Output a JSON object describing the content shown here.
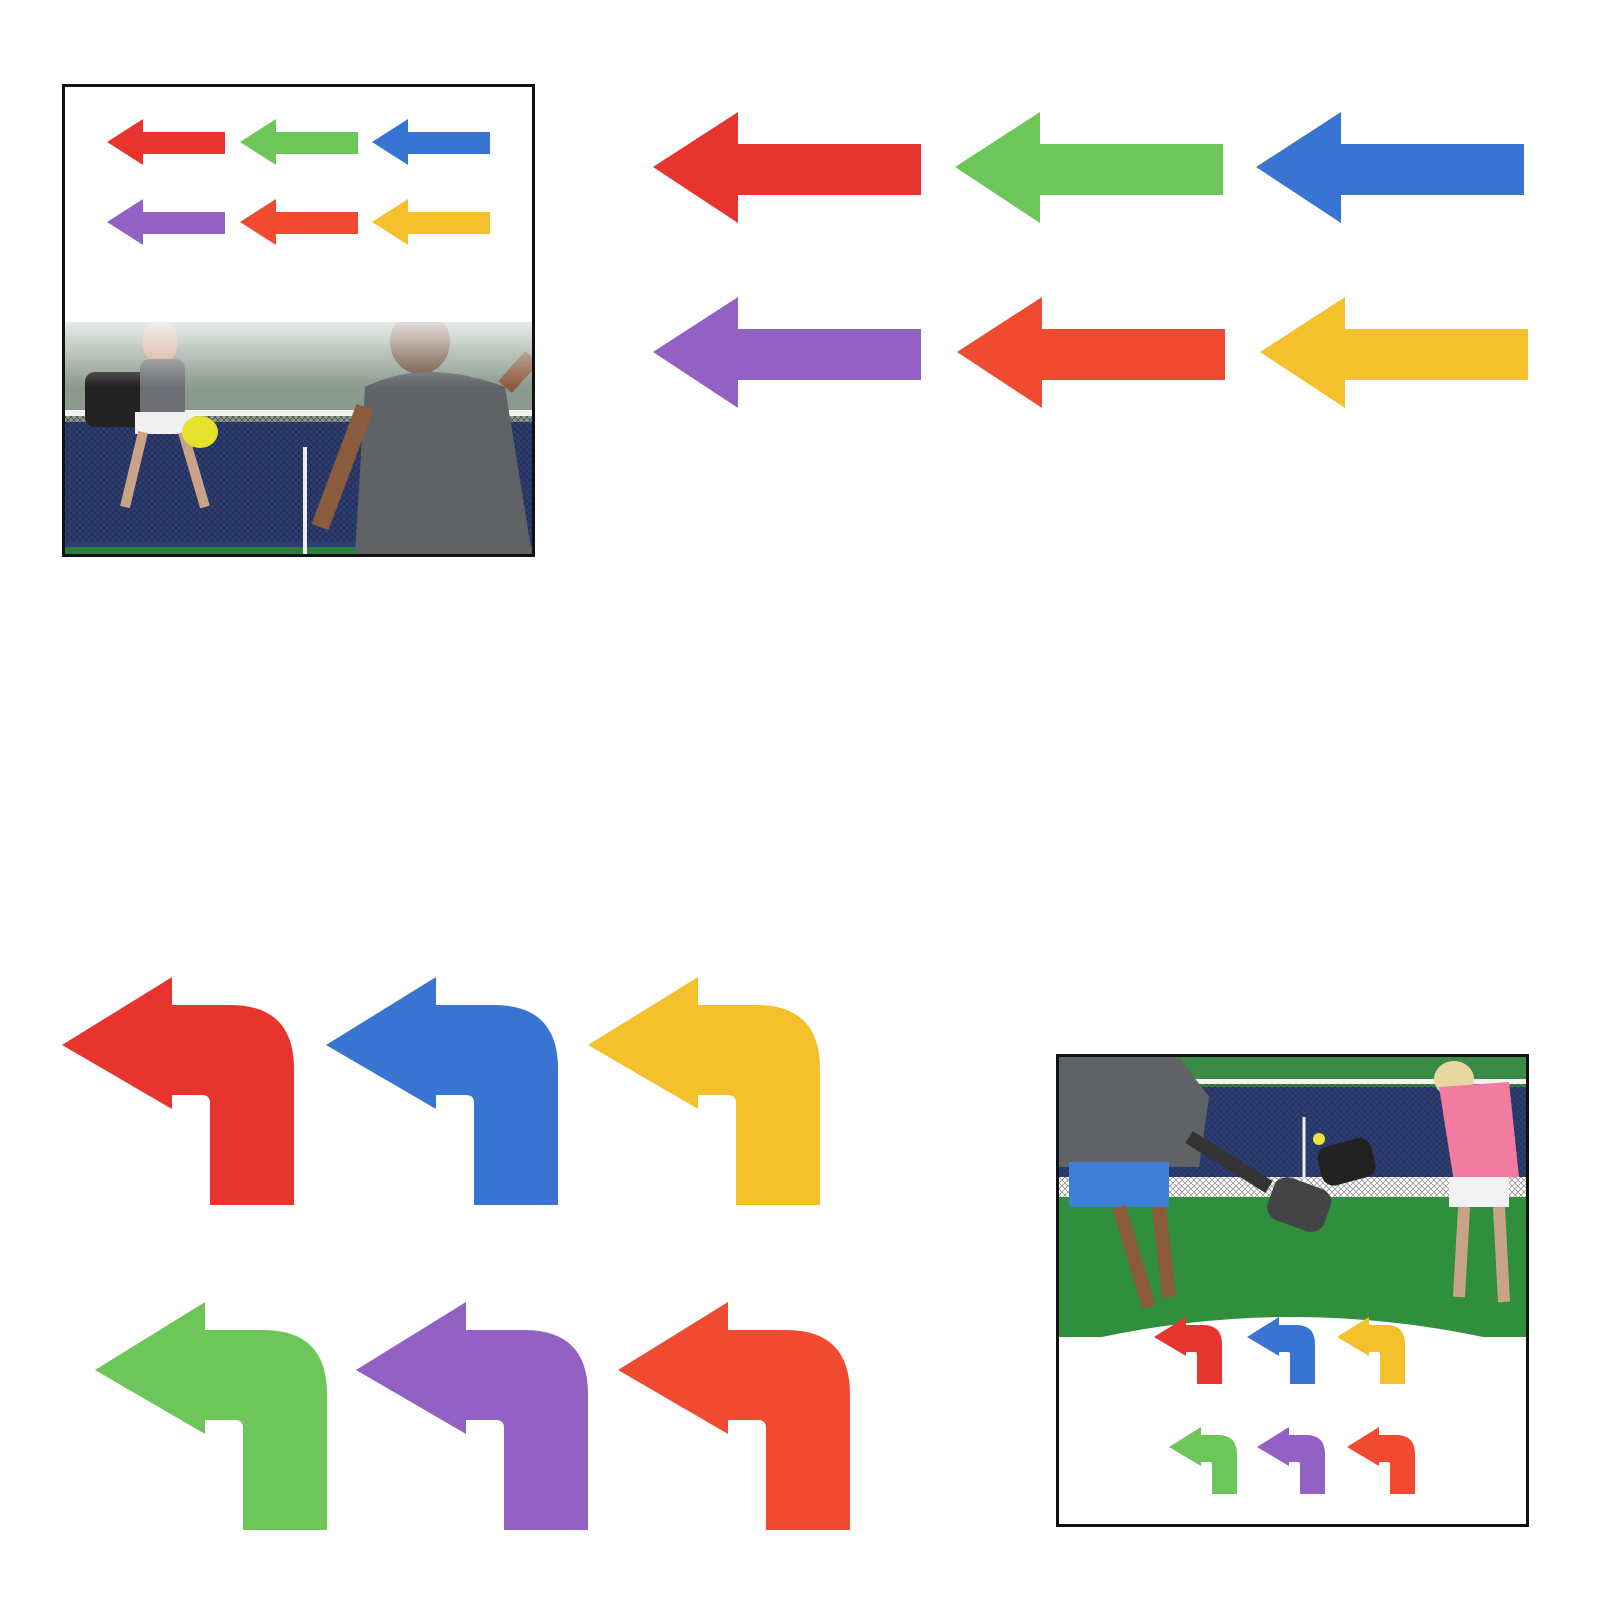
{
  "image": {
    "background": "#ffffff",
    "colors": {
      "red": "#e8342f",
      "green": "#6cc65a",
      "blue": "#3a74d2",
      "purple": "#9360c4",
      "orange_red": "#f04a30",
      "yellow": "#f4c12d"
    },
    "straight_arrows": [
      "red",
      "green",
      "blue",
      "purple",
      "orange_red",
      "yellow"
    ],
    "turn_arrows": [
      "red",
      "blue",
      "yellow",
      "green",
      "purple",
      "orange_red"
    ]
  }
}
